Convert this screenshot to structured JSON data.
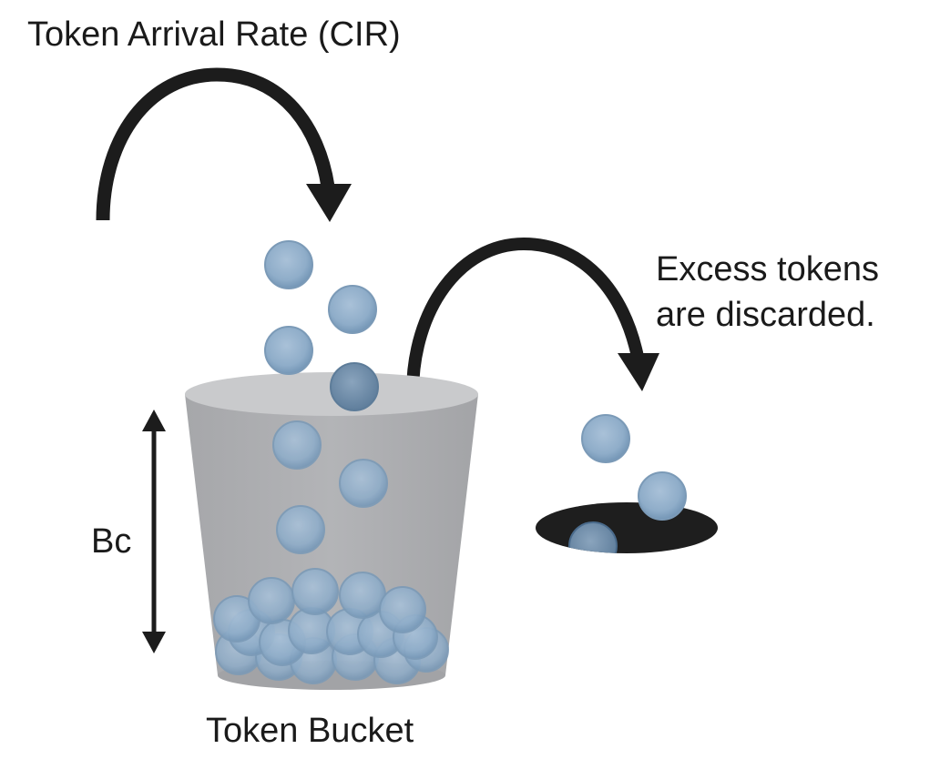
{
  "labels": {
    "arrival_rate": "Token Arrival Rate (CIR)",
    "excess_line1": "Excess tokens",
    "excess_line2": "are discarded.",
    "bc": "Bc",
    "bucket": "Token Bucket"
  },
  "colors": {
    "token_fill": "#8fadc9",
    "token_edge": "#6f8fae",
    "bucket_body": "#aeafb2",
    "bucket_rim": "#c9cacc",
    "arrow": "#1c1c1c",
    "hole": "#1e1e1e"
  }
}
